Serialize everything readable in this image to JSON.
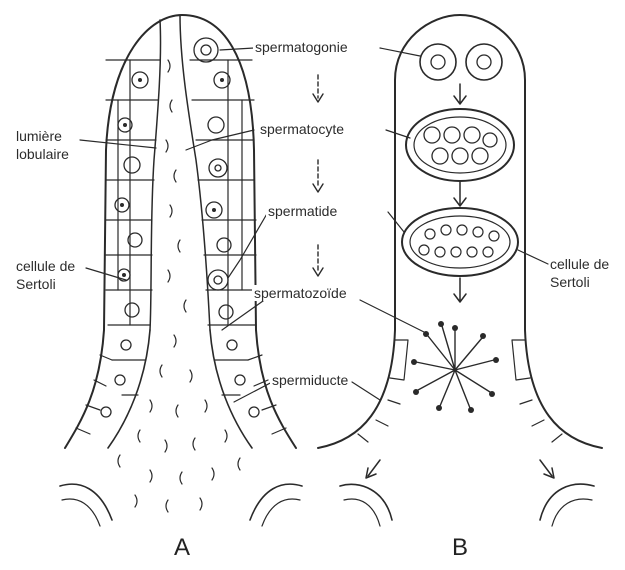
{
  "labels": {
    "spermatogonie": "spermatogonie",
    "spermatocyte": "spermatocyte",
    "spermatide": "spermatide",
    "spermatozoide": "spermatozoïde",
    "spermiducte": "spermiducte",
    "lumiere_l1": "lumière",
    "lumiere_l2": "lobulaire",
    "sertoli_a_l1": "cellule de",
    "sertoli_a_l2": "Sertoli",
    "sertoli_b_l1": "cellule de",
    "sertoli_b_l2": "Sertoli"
  },
  "panels": {
    "a": "A",
    "b": "B"
  },
  "colors": {
    "ink": "#2a2a2a",
    "paper": "#ffffff"
  }
}
